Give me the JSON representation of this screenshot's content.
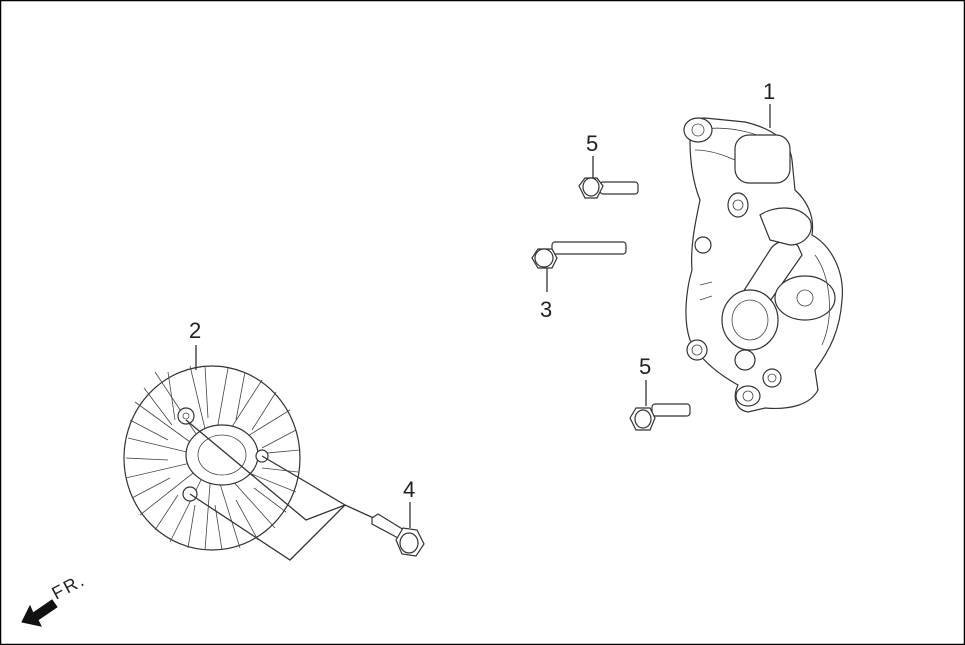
{
  "callouts": [
    {
      "id": "1",
      "label": "1"
    },
    {
      "id": "2",
      "label": "2"
    },
    {
      "id": "3",
      "label": "3"
    },
    {
      "id": "4",
      "label": "4"
    },
    {
      "id": "5a",
      "label": "5"
    },
    {
      "id": "5b",
      "label": "5"
    }
  ],
  "direction_indicator": {
    "label": "FR.",
    "icon": "arrow-front-icon"
  },
  "colors": {
    "line": "#333333",
    "background": "#ffffff",
    "frame": "#000000"
  }
}
